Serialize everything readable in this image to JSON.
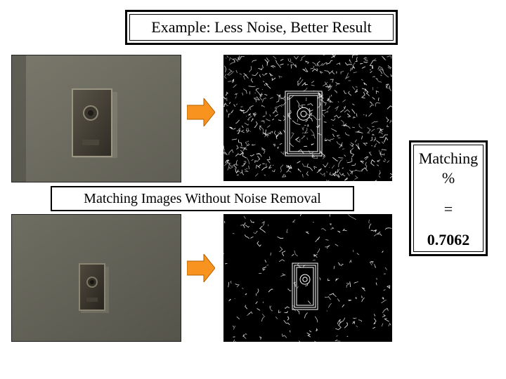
{
  "title": "Example: Less Noise, Better Result",
  "caption": "Matching Images Without Noise Removal",
  "result": {
    "label_line1": "Matching",
    "label_line2": "%",
    "equals": "=",
    "value": "0.7062"
  },
  "colors": {
    "arrow_fill": "#f7931e",
    "wall": "#6b6a5e",
    "edge_background": "#000000",
    "edge_lines": "#ffffff"
  },
  "icons": {
    "arrow": "right-arrow-icon"
  }
}
